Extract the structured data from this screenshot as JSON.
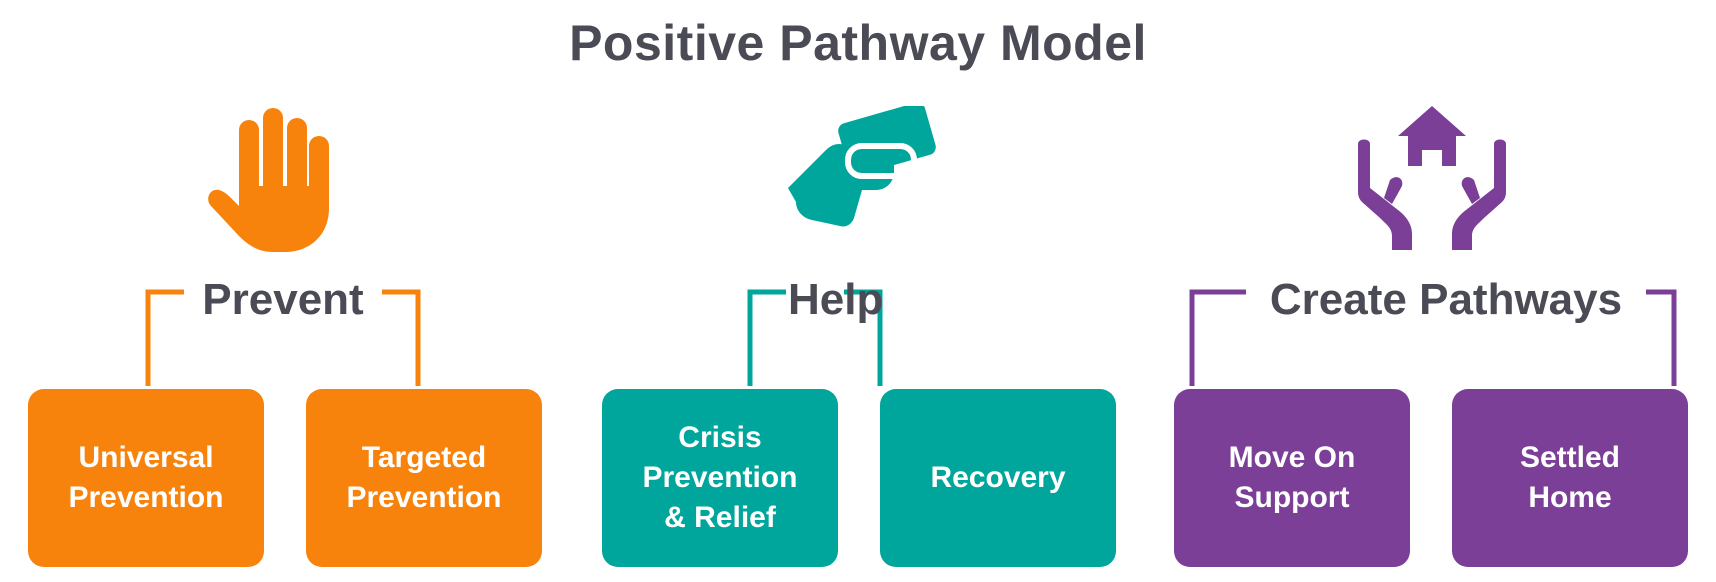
{
  "title": "Positive Pathway Model",
  "colors": {
    "prevent": "#f7830d",
    "help": "#00a69b",
    "create": "#7b3f98",
    "text": "#4a4b55"
  },
  "columns": [
    {
      "key": "prevent",
      "icon": "raised-hand-icon",
      "heading": "Prevent",
      "boxes": [
        "Universal\nPrevention",
        "Targeted\nPrevention"
      ]
    },
    {
      "key": "help",
      "icon": "handshake-icon",
      "heading": "Help",
      "boxes": [
        "Crisis\nPrevention\n& Relief",
        "Recovery"
      ]
    },
    {
      "key": "create",
      "icon": "hands-holding-house-icon",
      "heading": "Create Pathways",
      "boxes": [
        "Move On\nSupport",
        "Settled\nHome"
      ]
    }
  ]
}
